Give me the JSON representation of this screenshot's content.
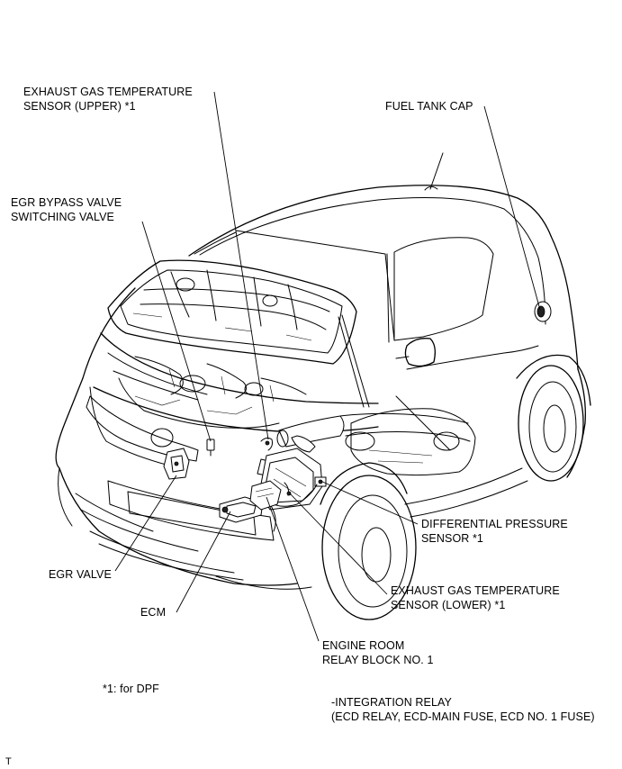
{
  "labels": {
    "exhaust_upper": [
      "EXHAUST GAS TEMPERATURE",
      "SENSOR (UPPER) *1"
    ],
    "fuel_tank_cap": [
      "FUEL TANK CAP"
    ],
    "egr_bypass": [
      "EGR BYPASS VALVE",
      "SWITCHING VALVE"
    ],
    "diff_pressure": [
      "DIFFERENTIAL PRESSURE",
      "SENSOR *1"
    ],
    "egr_valve": [
      "EGR VALVE"
    ],
    "exhaust_lower": [
      "EXHAUST GAS TEMPERATURE",
      "SENSOR (LOWER) *1"
    ],
    "ecm": [
      "ECM"
    ],
    "relay_block": [
      "ENGINE ROOM",
      "RELAY BLOCK NO. 1"
    ],
    "footnote": "*1: for DPF",
    "integration": [
      "-INTEGRATION RELAY",
      "(ECD RELAY, ECD-MAIN FUSE, ECD NO. 1 FUSE)"
    ],
    "corner_mark": "T"
  }
}
